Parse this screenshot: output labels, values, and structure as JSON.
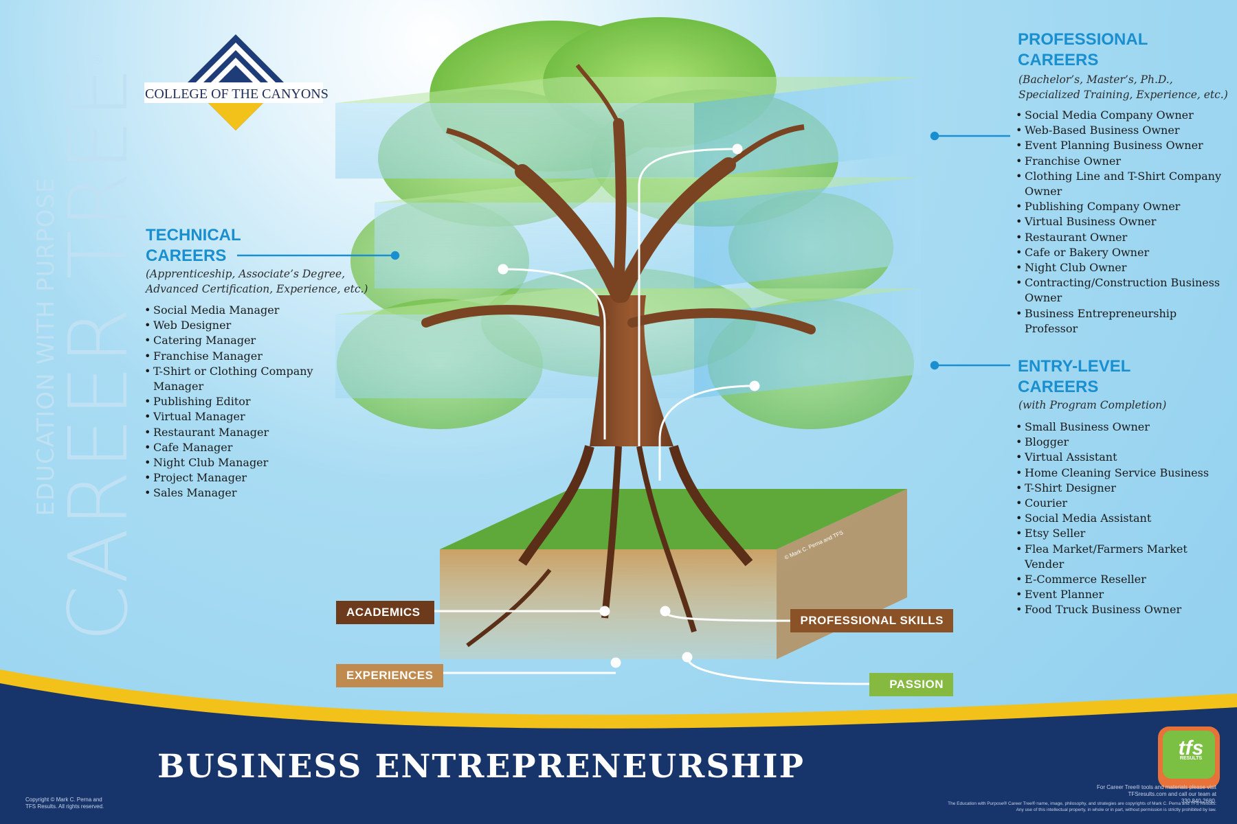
{
  "side_title": {
    "subtitle": "EDUCATION WITH PURPOSE",
    "title": "CAREER TREE",
    "mark": "®"
  },
  "logo": {
    "text": "COLLEGE OF THE CANYONS"
  },
  "professional": {
    "heading_line1": "PROFESSIONAL",
    "heading_line2": "CAREERS",
    "sub_line1": "(Bachelor’s, Master’s, Ph.D.,",
    "sub_line2": "Specialized Training, Experience, etc.)",
    "items": [
      "Social Media Company Owner",
      "Web-Based Business Owner",
      "Event Planning Business Owner",
      "Franchise Owner",
      "Clothing Line and T-Shirt Company Owner",
      "Publishing Company Owner",
      "Virtual Business Owner",
      "Restaurant Owner",
      "Cafe or Bakery Owner",
      "Night Club Owner",
      "Contracting/Construction Business Owner",
      "Business Entrepreneurship Professor"
    ]
  },
  "technical": {
    "heading_line1": "TECHNICAL",
    "heading_line2": "CAREERS",
    "sub_line1": "(Apprenticeship, Associate’s Degree,",
    "sub_line2": "Advanced Certification, Experience, etc.)",
    "items": [
      "Social Media Manager",
      "Web Designer",
      "Catering Manager",
      "Franchise Manager",
      "T-Shirt or Clothing Company Manager",
      "Publishing Editor",
      "Virtual Manager",
      "Restaurant Manager",
      "Cafe Manager",
      "Night Club Manager",
      "Project Manager",
      "Sales Manager"
    ]
  },
  "entry": {
    "heading_line1": "ENTRY-LEVEL",
    "heading_line2": "CAREERS",
    "sub_line1": "(with Program Completion)",
    "items": [
      "Small Business Owner",
      "Blogger",
      "Virtual Assistant",
      "Home Cleaning Service Business",
      "T-Shirt Designer",
      "Courier",
      "Social Media Assistant",
      "Etsy Seller",
      "Flea Market/Farmers Market Vender",
      "E-Commerce Reseller",
      "Event Planner",
      "Food Truck Business Owner"
    ]
  },
  "roots": {
    "academics": "ACADEMICS",
    "experiences": "EXPERIENCES",
    "professional_skills": "PROFESSIONAL SKILLS",
    "passion": "PASSION"
  },
  "copyright_art": "© Mark C. Perna and TFS",
  "footer": {
    "title": "BUSINESS ENTREPRENEURSHIP",
    "copyright": "Copyright © Mark C. Perna and TFS Results. All rights reserved.",
    "info_line1": "For Career Tree® tools and materials please visit",
    "info_line2": "TFSresults.com and call our team at 330.840.2680.",
    "legal_line1": "The Education with Purpose® Career Tree® name, image, philosophy, and strategies are copyrights of Mark C. Perna and TFS Results.",
    "legal_line2": "Any use of this intellectual property, in whole or in part, without permission is strictly prohibited by law.",
    "tfs_logo": "tfs",
    "tfs_sub": "RESULTS"
  },
  "colors": {
    "heading": "#1a8fcf",
    "footer_navy": "#17346b",
    "gold": "#f2c21b",
    "academics": "#6e3a1c",
    "experiences": "#c08a4f",
    "professional_skills": "#8a5226",
    "passion": "#85b940"
  }
}
